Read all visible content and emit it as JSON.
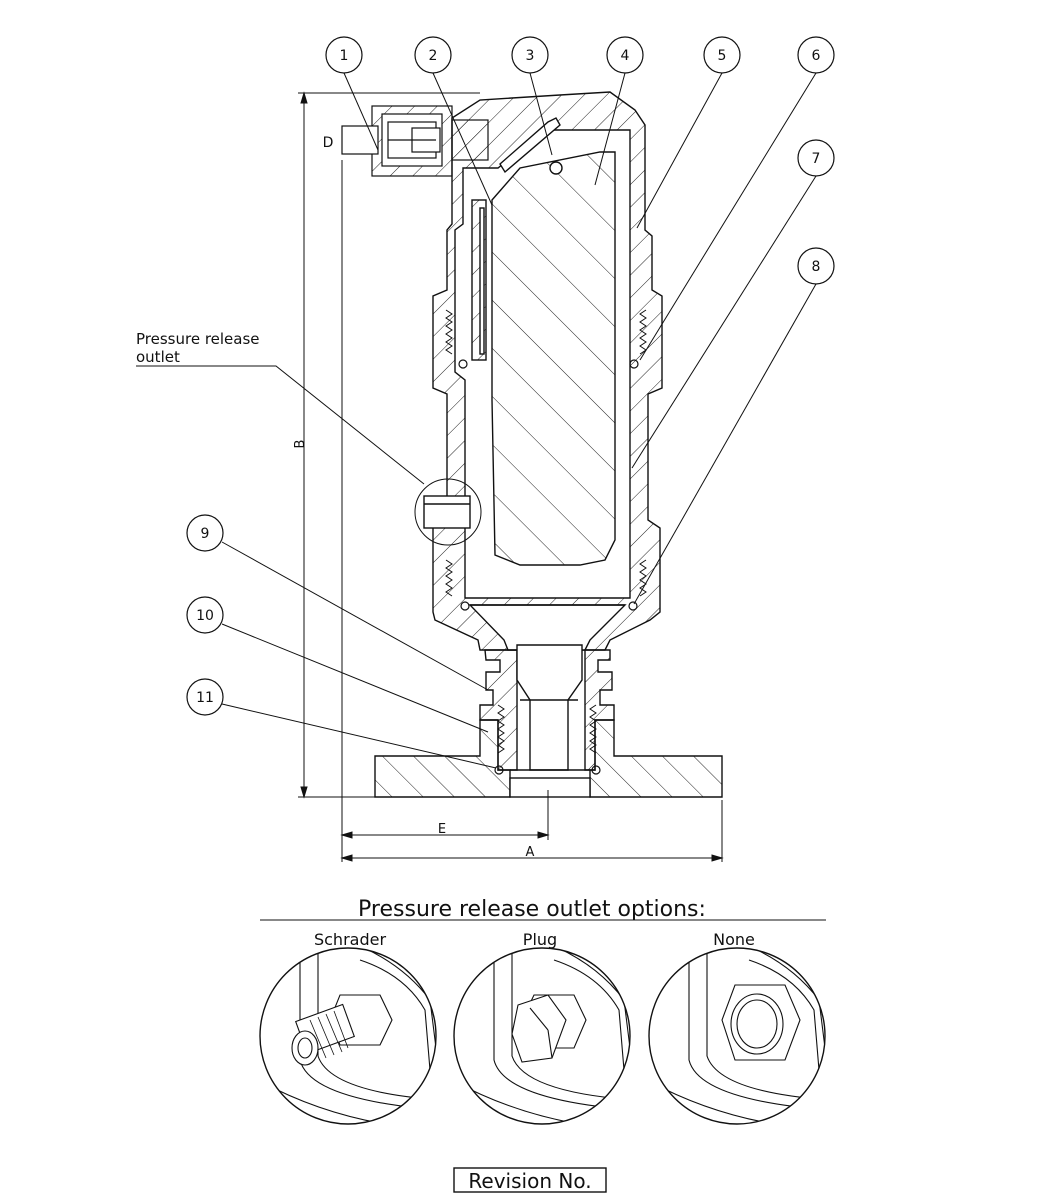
{
  "callouts": [
    "1",
    "2",
    "3",
    "4",
    "5",
    "6",
    "7",
    "8",
    "9",
    "10",
    "11"
  ],
  "dimensions": {
    "a": "A",
    "b": "B",
    "d": "D",
    "e": "E"
  },
  "annotation": {
    "line1": "Pressure release",
    "line2": "outlet"
  },
  "options": {
    "title": "Pressure release outlet options:",
    "items": [
      "Schrader",
      "Plug",
      "None"
    ]
  },
  "revision": {
    "label": "Revision No."
  }
}
